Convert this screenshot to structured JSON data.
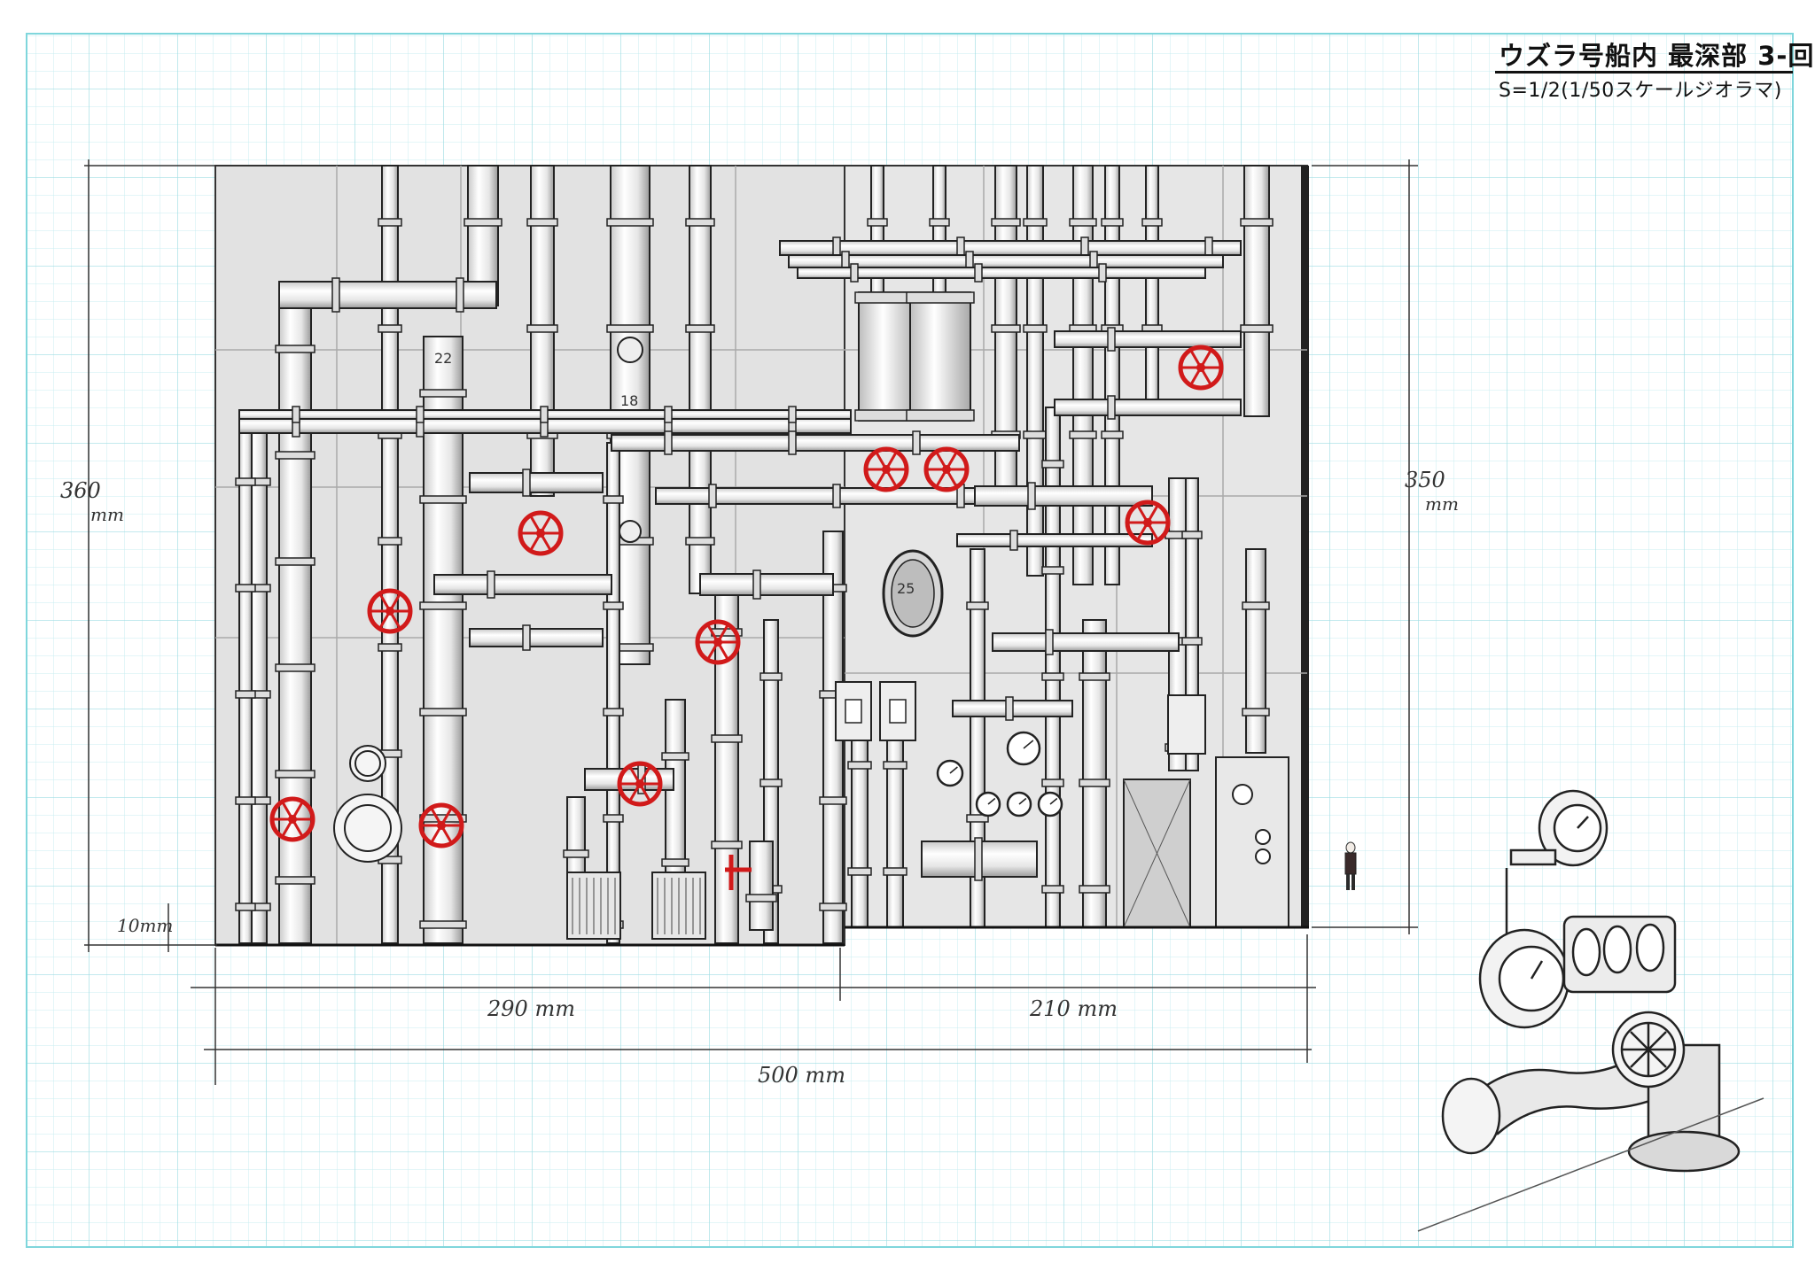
{
  "title": {
    "main": "ウズラ号船内 最深部 3-回",
    "scale": "S=1/2(1/50スケールジオラマ)"
  },
  "dimensions": {
    "height_left": "360",
    "height_left_unit": "mm",
    "height_right": "350",
    "height_right_unit": "mm",
    "offset": "10mm",
    "width_left": "290 mm",
    "width_right": "210 mm",
    "width_total": "500 mm"
  },
  "pipe_labels": {
    "p22": "22",
    "p18": "18",
    "p25": "25"
  },
  "colors": {
    "grid_line": "#bfe8ec",
    "border": "#7fd6dc",
    "wall": "#e3e3e3",
    "pipe": "#efefef",
    "valve": "#d11a1a",
    "ink": "#222222"
  }
}
